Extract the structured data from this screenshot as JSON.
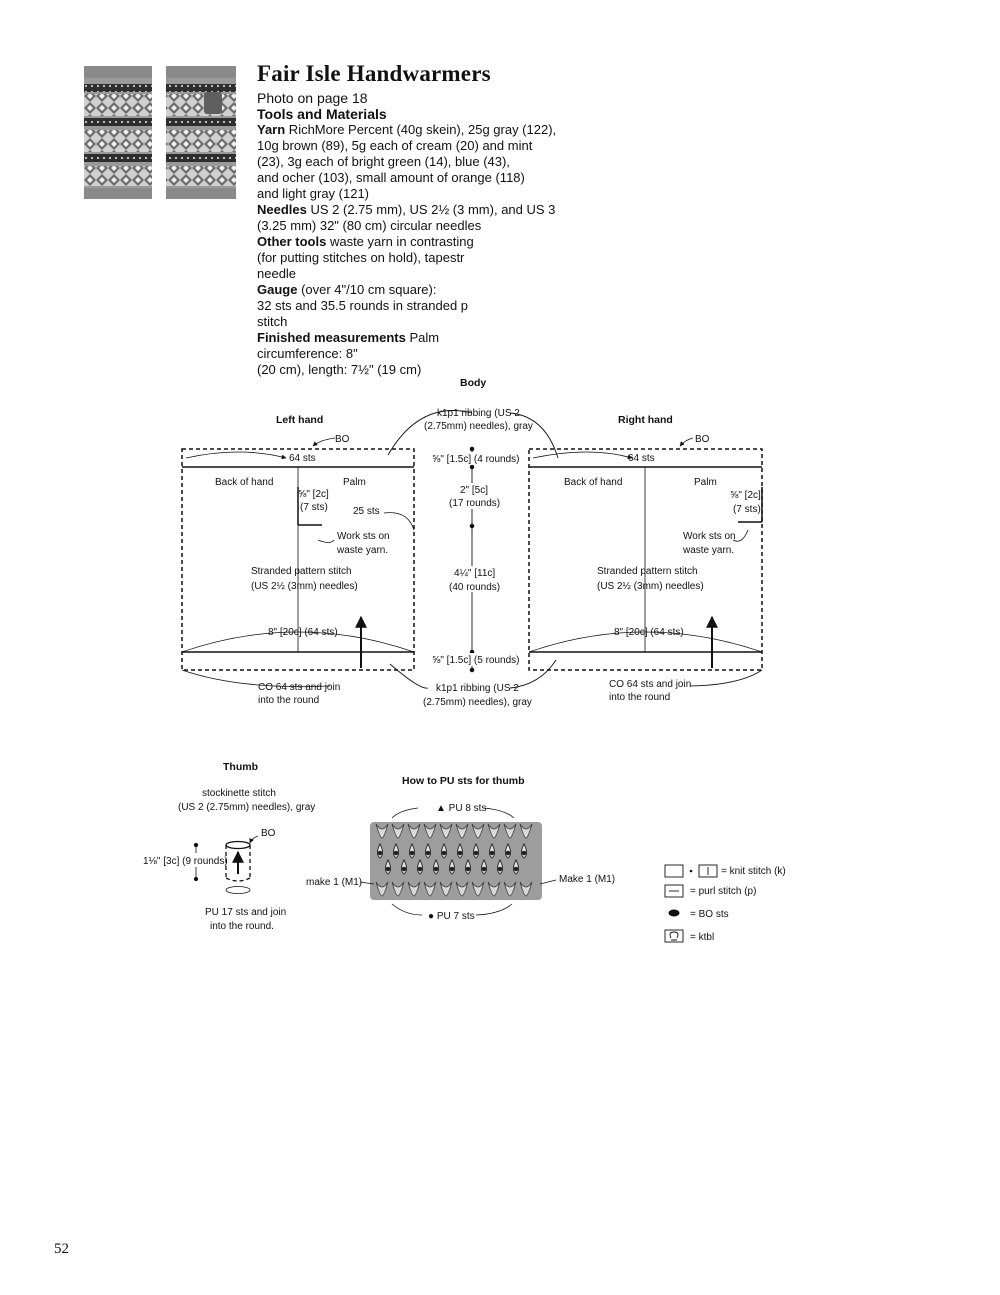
{
  "header": {
    "title": "Fair Isle Handwarmers",
    "photo_ref": "Photo on page 18",
    "section_heading": "Tools and Materials"
  },
  "materials": {
    "yarn_label": "Yarn",
    "yarn_lines": [
      " RichMore Percent (40g skein), 25g gray (122),",
      "10g brown (89), 5g each of cream (20) and mint",
      "(23), 3g each of bright green (14), blue (43),",
      "and ocher (103), small amount of orange (118)",
      "and light gray (121)"
    ],
    "needles_label": "Needles",
    "needles_lines": [
      " US 2 (2.75 mm), US 2½ (3 mm), and US 3",
      "(3.25 mm) 32\" (80 cm) circular needles"
    ],
    "tools_label": "Other tools",
    "tools_lines": [
      " waste yarn in contrasting",
      "(for putting stitches on hold), tapestr",
      "needle"
    ],
    "gauge_label": "Gauge",
    "gauge_lines": [
      " (over 4\"/10 cm square):",
      "32 sts and 35.5 rounds in stranded p",
      "stitch"
    ],
    "finished_label": "Finished measurements",
    "finished_lines": [
      " Palm",
      "circumference: 8\"",
      "(20 cm), length: 7½\" (19 cm)"
    ]
  },
  "body_diagram": {
    "title": "Body",
    "left_hand": "Left hand",
    "right_hand": "Right hand",
    "bo": "BO",
    "sts64": "64 sts",
    "back_of_hand": "Back of hand",
    "palm": "Palm",
    "thumb_gap_1": "⅝\" [2c]",
    "thumb_gap_2": "(7 sts)",
    "sts25": "25 sts",
    "work_sts_1": "Work sts on",
    "work_sts_2": "waste yarn.",
    "stranded_1": "Stranded pattern stitch",
    "stranded_2": "(US 2½ (3mm) needles)",
    "circ": "8\" [20c] (64 sts)",
    "co_1": "CO 64 sts and join",
    "co_2": "into the round",
    "rib_top_1": "k1p1 ribbing (US 2",
    "rib_top_2": "(2.75mm) needles), gray",
    "rib_bot_1": "k1p1 ribbing (US 2",
    "rib_bot_2": "(2.75mm) needles), gray",
    "m_top": "⅝\" [1.5c] (4 rounds)",
    "m_2in_1": "2\" [5c]",
    "m_2in_2": "(17 rounds)",
    "m_mid_1": "4¼\" [11c]",
    "m_mid_2": "(40 rounds)",
    "m_bot": "⅝\" [1.5c] (5 rounds)"
  },
  "thumb_diagram": {
    "title": "Thumb",
    "stitch_1": "stockinette stitch",
    "stitch_2": "(US 2 (2.75mm) needles), gray",
    "bo": "BO",
    "length": "1⅛\" [3c] (9 rounds)",
    "pu_1": "PU 17 sts and join",
    "pu_2": "into the round."
  },
  "pu_diagram": {
    "title": "How to PU sts for thumb",
    "top": "▲ PU 8 sts",
    "bottom": "● PU 7 sts",
    "m1_left": "make 1 (M1)",
    "m1_right": "Make 1 (M1)"
  },
  "legend": {
    "knit": "= knit stitch (k)",
    "purl": "= purl stitch (p)",
    "bo": "= BO sts",
    "ktbl": "= ktbl"
  },
  "footer": {
    "page_number": "52"
  }
}
